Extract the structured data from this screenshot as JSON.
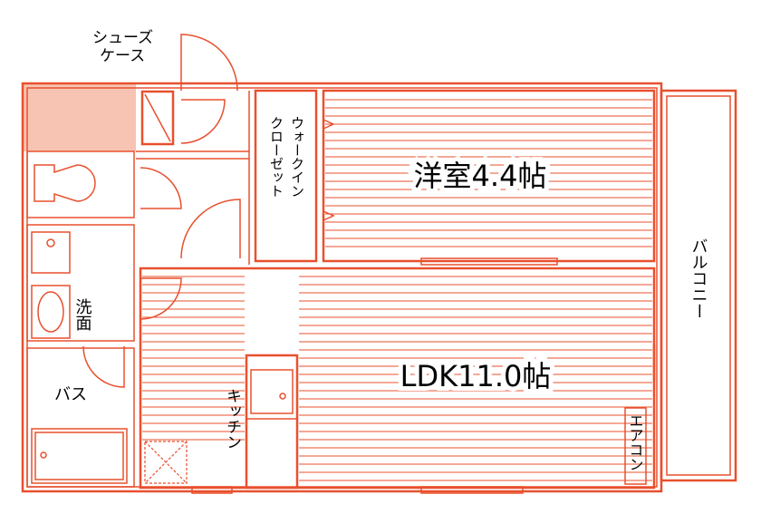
{
  "colors": {
    "line": "#e8502e",
    "entrance_fill": "#f7c4b4",
    "floor_bg": "#ffffff",
    "text": "#000000"
  },
  "rooms": {
    "western": {
      "label": "洋室4.4帖"
    },
    "ldk": {
      "label": "LDK11.0帖"
    }
  },
  "labels": {
    "shoe_case_line1": "シューズ",
    "shoe_case_line2": "ケース",
    "closet_col1": "ウォークイン",
    "closet_col2": "クローゼット",
    "balcony": "バルコニー",
    "washroom": "洗面",
    "bath": "バス",
    "kitchen": "キッチン",
    "aircon": "エアコン"
  }
}
